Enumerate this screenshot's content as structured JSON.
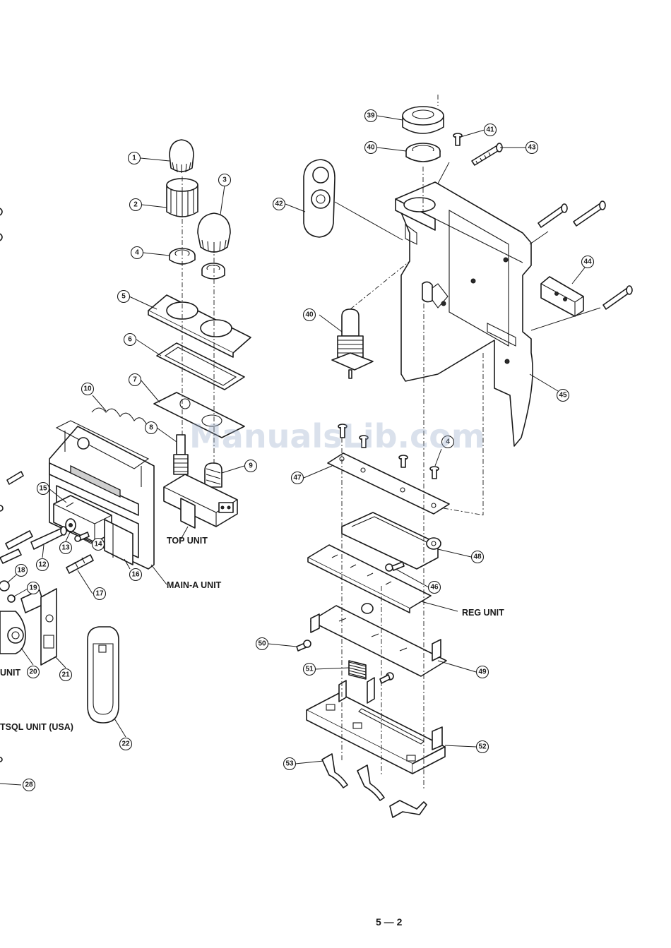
{
  "page": {
    "number": "5 — 2",
    "watermark": "ManualsLib.com"
  },
  "callouts": [
    "1",
    "2",
    "3",
    "4",
    "5",
    "6",
    "7",
    "8",
    "9",
    "10",
    "12",
    "13",
    "14",
    "15",
    "16",
    "17",
    "18",
    "19",
    "20",
    "21",
    "22",
    "28",
    "39",
    "40",
    "40",
    "41",
    "42",
    "43",
    "44",
    "45",
    "4",
    "46",
    "47",
    "48",
    "49",
    "50",
    "51",
    "52",
    "53"
  ],
  "labels": {
    "top_unit": "TOP UNIT",
    "main_a_unit": "MAIN-A UNIT",
    "reg_unit": "REG UNIT",
    "tsql_unit": "TSQL UNIT (USA)",
    "unit_fragment": "UNIT"
  },
  "colors": {
    "line": "#1a1a1a",
    "paper": "#ffffff",
    "watermark": "#96aac8"
  }
}
